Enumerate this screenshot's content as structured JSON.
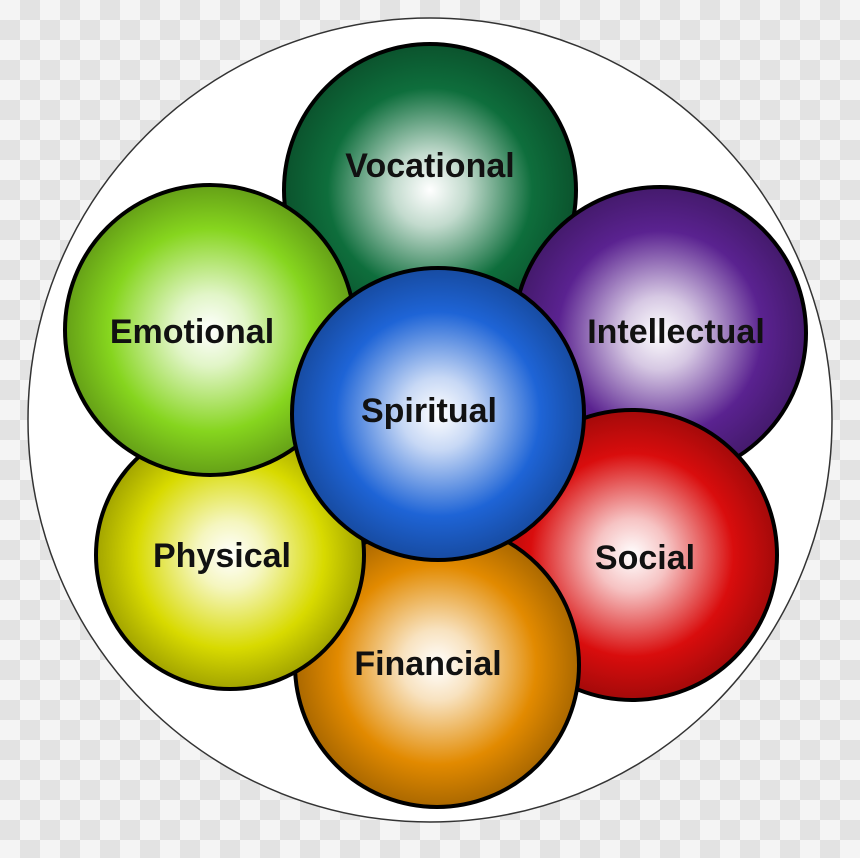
{
  "diagram": {
    "dimensions": [
      {
        "id": "vocational",
        "label": "Vocational",
        "color": "#0e6e3c",
        "position": "top"
      },
      {
        "id": "intellectual",
        "label": "Intellectual",
        "color": "#5a2290",
        "position": "upper-right"
      },
      {
        "id": "social",
        "label": "Social",
        "color": "#d90d0d",
        "position": "lower-right"
      },
      {
        "id": "financial",
        "label": "Financial",
        "color": "#e28a00",
        "position": "bottom"
      },
      {
        "id": "physical",
        "label": "Physical",
        "color": "#d8da00",
        "position": "lower-left"
      },
      {
        "id": "emotional",
        "label": "Emotional",
        "color": "#86d51e",
        "position": "upper-left"
      }
    ],
    "center": {
      "id": "spiritual",
      "label": "Spiritual",
      "color": "#1e64d6",
      "position": "center"
    },
    "outline_color": "#000000"
  }
}
